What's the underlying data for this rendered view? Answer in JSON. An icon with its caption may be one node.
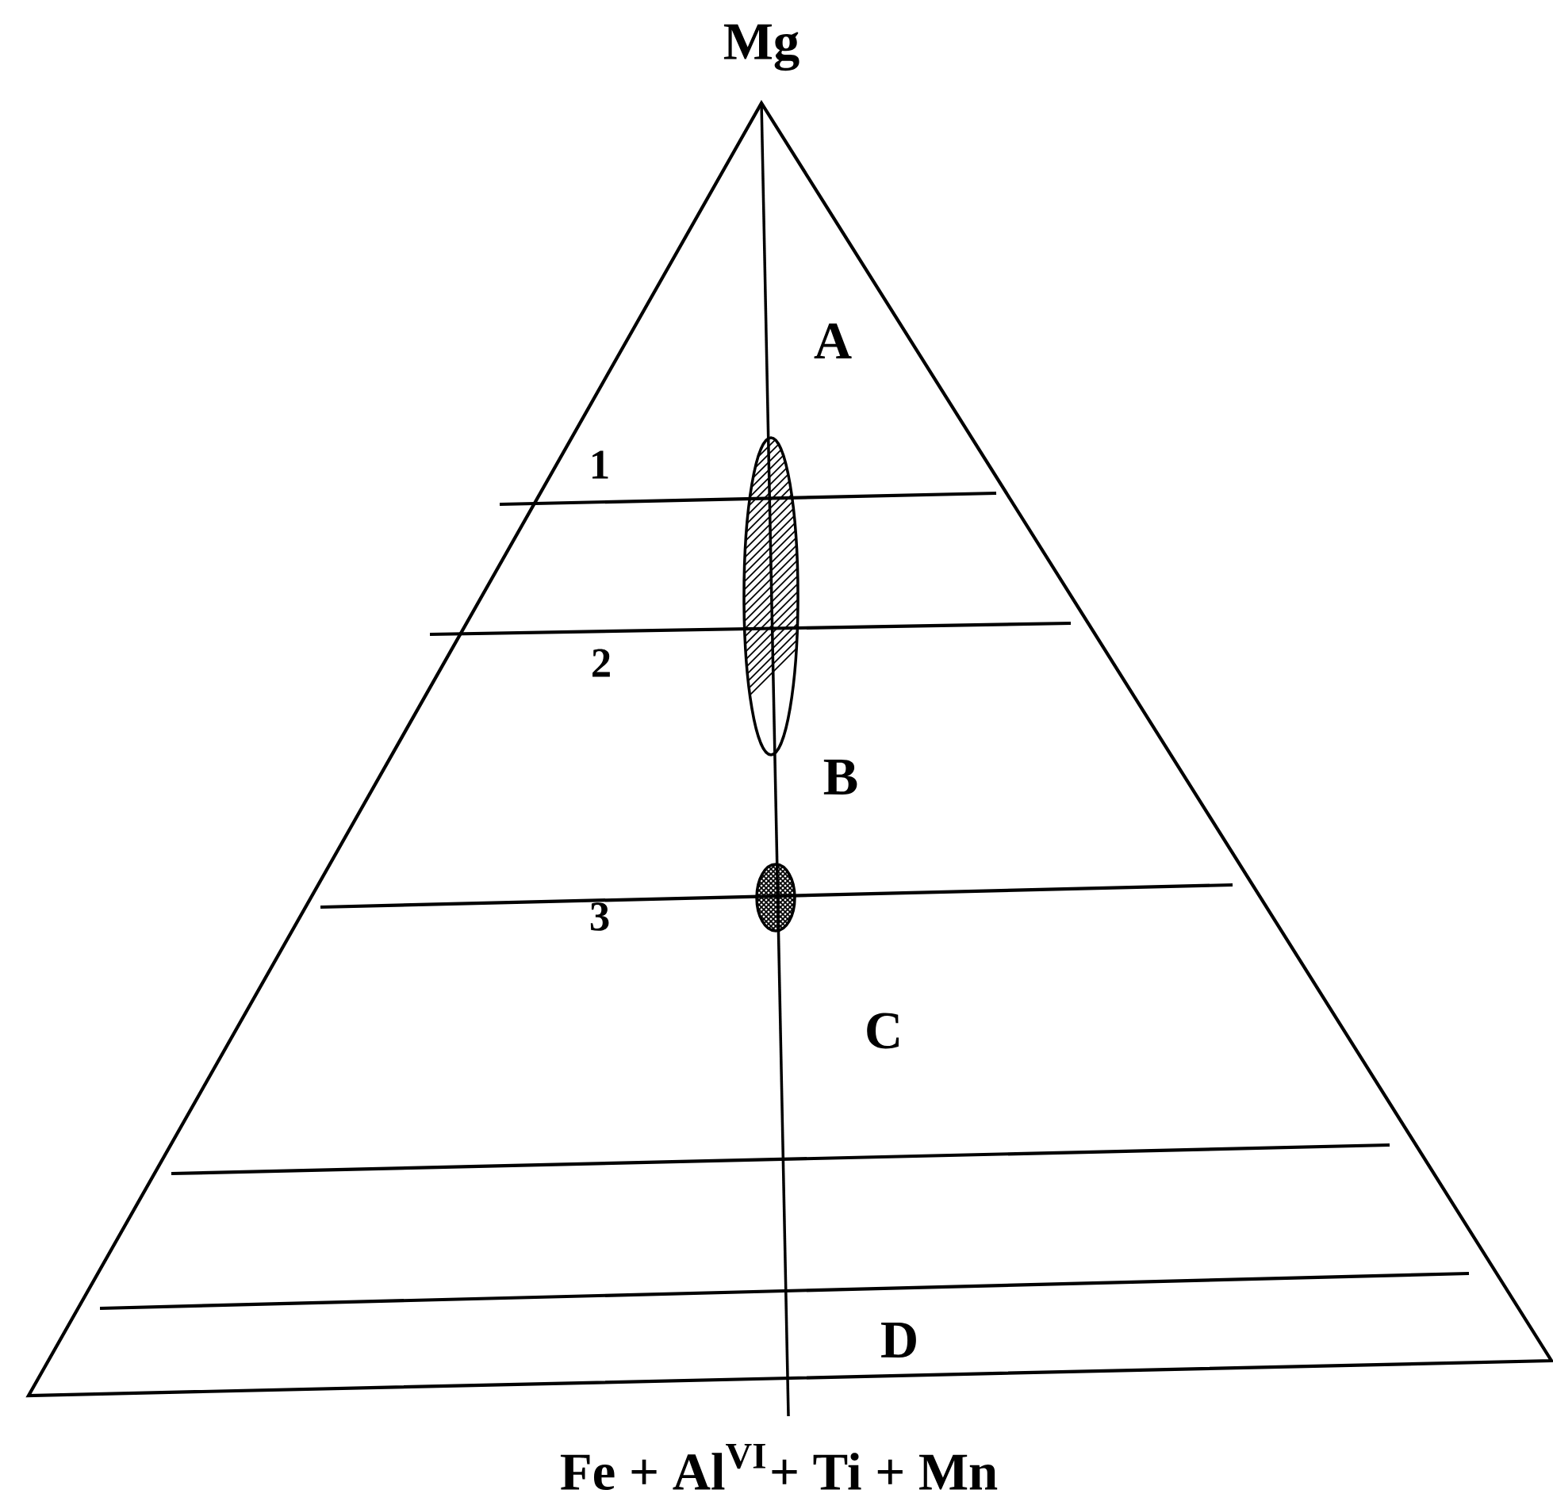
{
  "diagram": {
    "labels": [
      "Mg",
      "A",
      "1",
      "2",
      "B",
      "3",
      "C",
      "D",
      "Fe + Al$^{VI}$+ Ti + Mn"
    ]
  }
}
